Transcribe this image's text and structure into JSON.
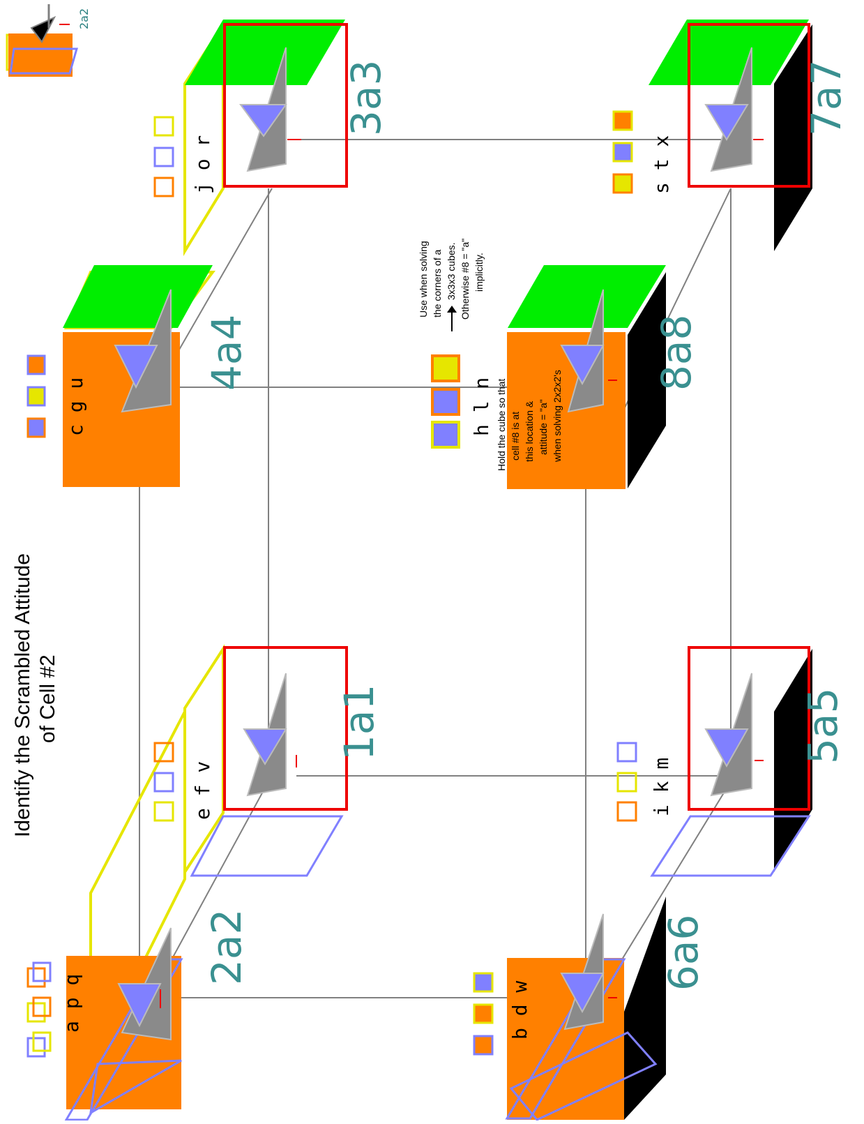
{
  "title": {
    "line1": "Identify the Scrambled Attitude",
    "line2": "of Cell #2"
  },
  "top_indicator": {
    "label": "2a2"
  },
  "cells": [
    {
      "id": "cell-2",
      "label": "2a2",
      "letters": "a p q"
    },
    {
      "id": "cell-4",
      "label": "4a4",
      "letters": "c g u"
    },
    {
      "id": "cell-1",
      "label": "1a1",
      "letters": "e f v"
    },
    {
      "id": "cell-3",
      "label": "3a3",
      "letters": "j o r"
    },
    {
      "id": "cell-6",
      "label": "6a6",
      "letters": "b d w"
    },
    {
      "id": "cell-8",
      "label": "8a8",
      "letters": "h l n"
    },
    {
      "id": "cell-5",
      "label": "5a5",
      "letters": "i k m"
    },
    {
      "id": "cell-7",
      "label": "7a7",
      "letters": "s t x"
    }
  ],
  "notes": {
    "hold": {
      "line1": "Hold the cube so that",
      "line2": "cell #8 is at",
      "line3": "this location &",
      "line4": "attitude = \"a\"",
      "line5": "when solving 2x2x2's"
    },
    "corners": {
      "line1": "Use when solving",
      "line2": "the corners of a",
      "line3": "3x3x3 cubes.",
      "line4": "Otherwise #8 = \"a\"",
      "line5": "implicitly."
    }
  },
  "colors": {
    "orange": "#ff8000",
    "green": "#00ee00",
    "yellow": "#e6e600",
    "red": "#ee0000",
    "blue": "#8080ff",
    "gray": "#808080",
    "black": "#000000",
    "label_teal": "#3a9090"
  }
}
